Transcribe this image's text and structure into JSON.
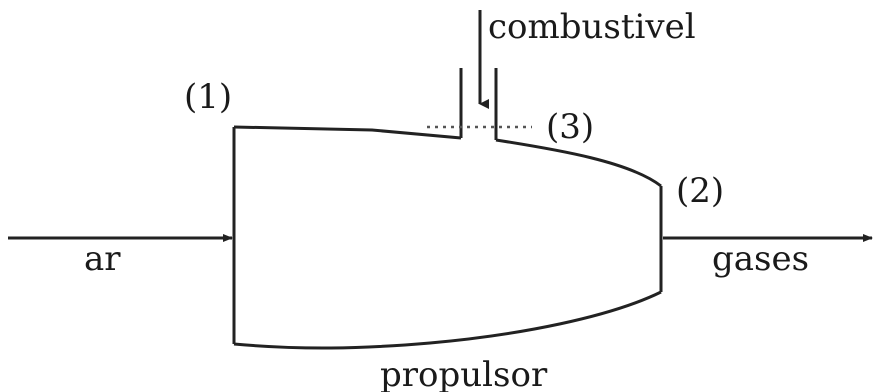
{
  "labels": {
    "fuel": "combustivel",
    "station1": "(1)",
    "station2": "(2)",
    "station3": "(3)",
    "inlet": "ar",
    "outlet": "gases",
    "body": "propulsor"
  }
}
